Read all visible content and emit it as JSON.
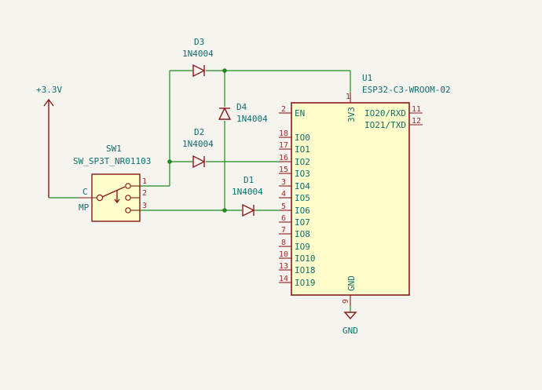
{
  "power": {
    "label": "+3.3V"
  },
  "ground": {
    "label": "GND"
  },
  "switch": {
    "ref": "SW1",
    "value": "SW_SP3T_NR01103",
    "common_label": "C",
    "mp_label": "MP",
    "pins": [
      "1",
      "2",
      "3"
    ]
  },
  "diodes": [
    {
      "ref": "D3",
      "value": "1N4004"
    },
    {
      "ref": "D4",
      "value": "1N4004"
    },
    {
      "ref": "D2",
      "value": "1N4004"
    },
    {
      "ref": "D1",
      "value": "1N4004"
    }
  ],
  "module": {
    "ref": "U1",
    "value": "ESP32-C3-WROOM-02",
    "vcc_pin": {
      "num": "1",
      "name": "3V3"
    },
    "gnd_pin": {
      "num": "9",
      "name": "GND"
    },
    "left_pins": [
      {
        "num": "2",
        "name": "EN"
      },
      {
        "num": "18",
        "name": "IO0"
      },
      {
        "num": "17",
        "name": "IO1"
      },
      {
        "num": "16",
        "name": "IO2"
      },
      {
        "num": "15",
        "name": "IO3"
      },
      {
        "num": "3",
        "name": "IO4"
      },
      {
        "num": "4",
        "name": "IO5"
      },
      {
        "num": "5",
        "name": "IO6"
      },
      {
        "num": "6",
        "name": "IO7"
      },
      {
        "num": "7",
        "name": "IO8"
      },
      {
        "num": "8",
        "name": "IO9"
      },
      {
        "num": "10",
        "name": "IO10"
      },
      {
        "num": "13",
        "name": "IO18"
      },
      {
        "num": "14",
        "name": "IO19"
      }
    ],
    "right_pins": [
      {
        "num": "11",
        "name": "IO20/RXD"
      },
      {
        "num": "12",
        "name": "IO21/TXD"
      }
    ]
  }
}
